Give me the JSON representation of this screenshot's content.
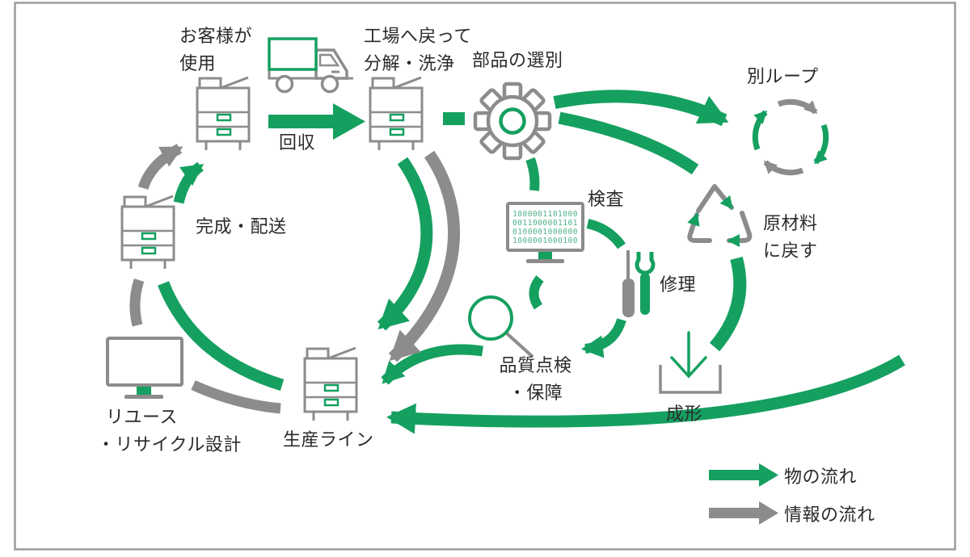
{
  "colors": {
    "material_flow_green": "#15a060",
    "information_flow_gray": "#8c8c8c",
    "binary_text_green": "#4fb287",
    "label_text": "#2b2b2b",
    "frame_border": "#9c9c9c"
  },
  "nodes": {
    "customer": {
      "lines": [
        "お客様が",
        "使用"
      ]
    },
    "collection": {
      "label": "回収"
    },
    "factory": {
      "lines": [
        "工場へ戻って",
        "分解・洗浄"
      ]
    },
    "sorting": {
      "label": "部品の選別"
    },
    "another_loop": {
      "label": "別ループ"
    },
    "inspection": {
      "label": "検査",
      "binary_lines": [
        "1000001101000",
        "0011000001101",
        "0100001000000",
        "1000001000100"
      ]
    },
    "raw_materials": {
      "lines": [
        "原材料",
        "に戻す"
      ]
    },
    "repair": {
      "label": "修理"
    },
    "quality": {
      "lines": [
        "品質点検",
        "・保障"
      ]
    },
    "molding": {
      "label": "成形"
    },
    "delivery": {
      "label": "完成・配送"
    },
    "reuse_design": {
      "lines": [
        "リユース",
        "・リサイクル設計"
      ]
    },
    "production": {
      "label": "生産ライン"
    }
  },
  "legend": {
    "material_flow": "物の流れ",
    "information_flow": "情報の流れ"
  }
}
